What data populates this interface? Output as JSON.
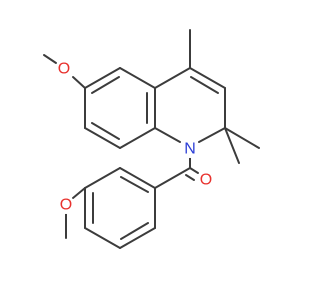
{
  "molecule": {
    "atoms": {
      "o_top": {
        "symbol": "O",
        "color": "#e8322e"
      },
      "n_ring": {
        "symbol": "N",
        "color": "#2b3dd6"
      },
      "o_carbonyl": {
        "symbol": "O",
        "color": "#e8322e"
      },
      "o_bottom": {
        "symbol": "O",
        "color": "#e8322e"
      }
    },
    "bond_color": "#3c3c3c"
  }
}
